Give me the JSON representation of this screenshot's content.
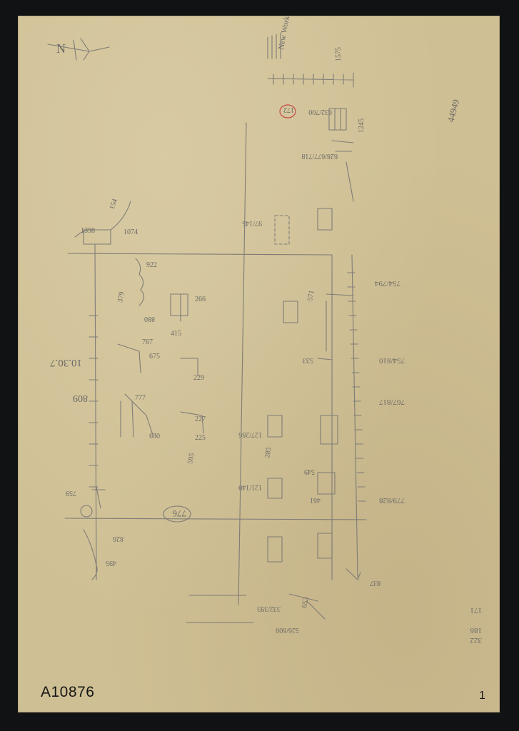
{
  "document": {
    "catalog_number": "A10876",
    "sheet_number": "1",
    "north_label": "N"
  },
  "annotations": {
    "new_work": "New Work",
    "top_right": "44949",
    "red_time": "10.30.7",
    "red_left": "809",
    "circled_center": "776",
    "circled_top": "172",
    "bottom_right_a": "171",
    "bottom_right_b": "186",
    "bottom_right_c": "322"
  },
  "measurements": {
    "m1358": "1358",
    "m1074": "1074",
    "m154": "154",
    "m922": "922",
    "m379": "379",
    "m880": "880",
    "m266": "266",
    "m415": "415",
    "m767": "767",
    "m675": "675",
    "m229": "229",
    "m777": "777",
    "m227": "227",
    "m630": "630",
    "m225": "225",
    "m595": "595",
    "m754_810": "754/810",
    "m767_817": "767/817",
    "m779_828": "779/828",
    "m754_794": "754/794",
    "m837": "837",
    "m826": "826",
    "m495": "495",
    "m759": "759",
    "m653": "653",
    "m526_600": "526/600",
    "m332_393": "332/393",
    "m127_286": "127/286",
    "m121_140": "121/140",
    "m1575": "1575",
    "m1245": "1245",
    "m632_700": "632/700",
    "m628_677": "628/677/718",
    "m97_145": "97/145",
    "m571": "571",
    "m533": "533",
    "m285": "285",
    "m549": "549",
    "m461": "461"
  }
}
